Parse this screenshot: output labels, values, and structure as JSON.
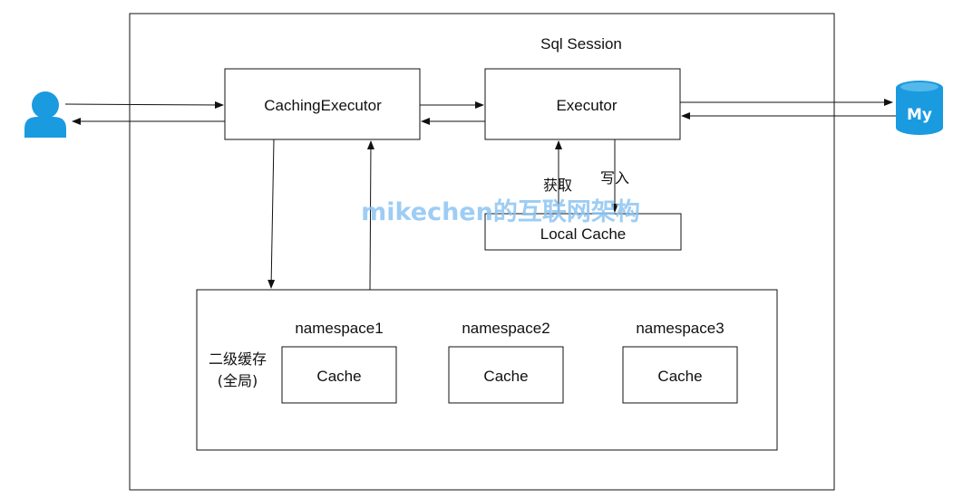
{
  "title": "Sql Session",
  "nodes": {
    "caching_executor": "CachingExecutor",
    "executor": "Executor",
    "local_cache": "Local Cache",
    "second_level_cache_line1": "二级缓存",
    "second_level_cache_line2": "(全局)",
    "namespaces": [
      {
        "name": "namespace1",
        "cache": "Cache"
      },
      {
        "name": "namespace2",
        "cache": "Cache"
      },
      {
        "name": "namespace3",
        "cache": "Cache"
      }
    ]
  },
  "edge_labels": {
    "fetch": "获取",
    "write": "写入"
  },
  "icons": {
    "user": "user-icon",
    "database": "mysql-database-icon",
    "database_text": "My"
  },
  "watermark": "mikechen的互联网架构",
  "colors": {
    "icon_blue": "#1a9be0",
    "watermark": "#8cc4f2",
    "line": "#111111"
  }
}
